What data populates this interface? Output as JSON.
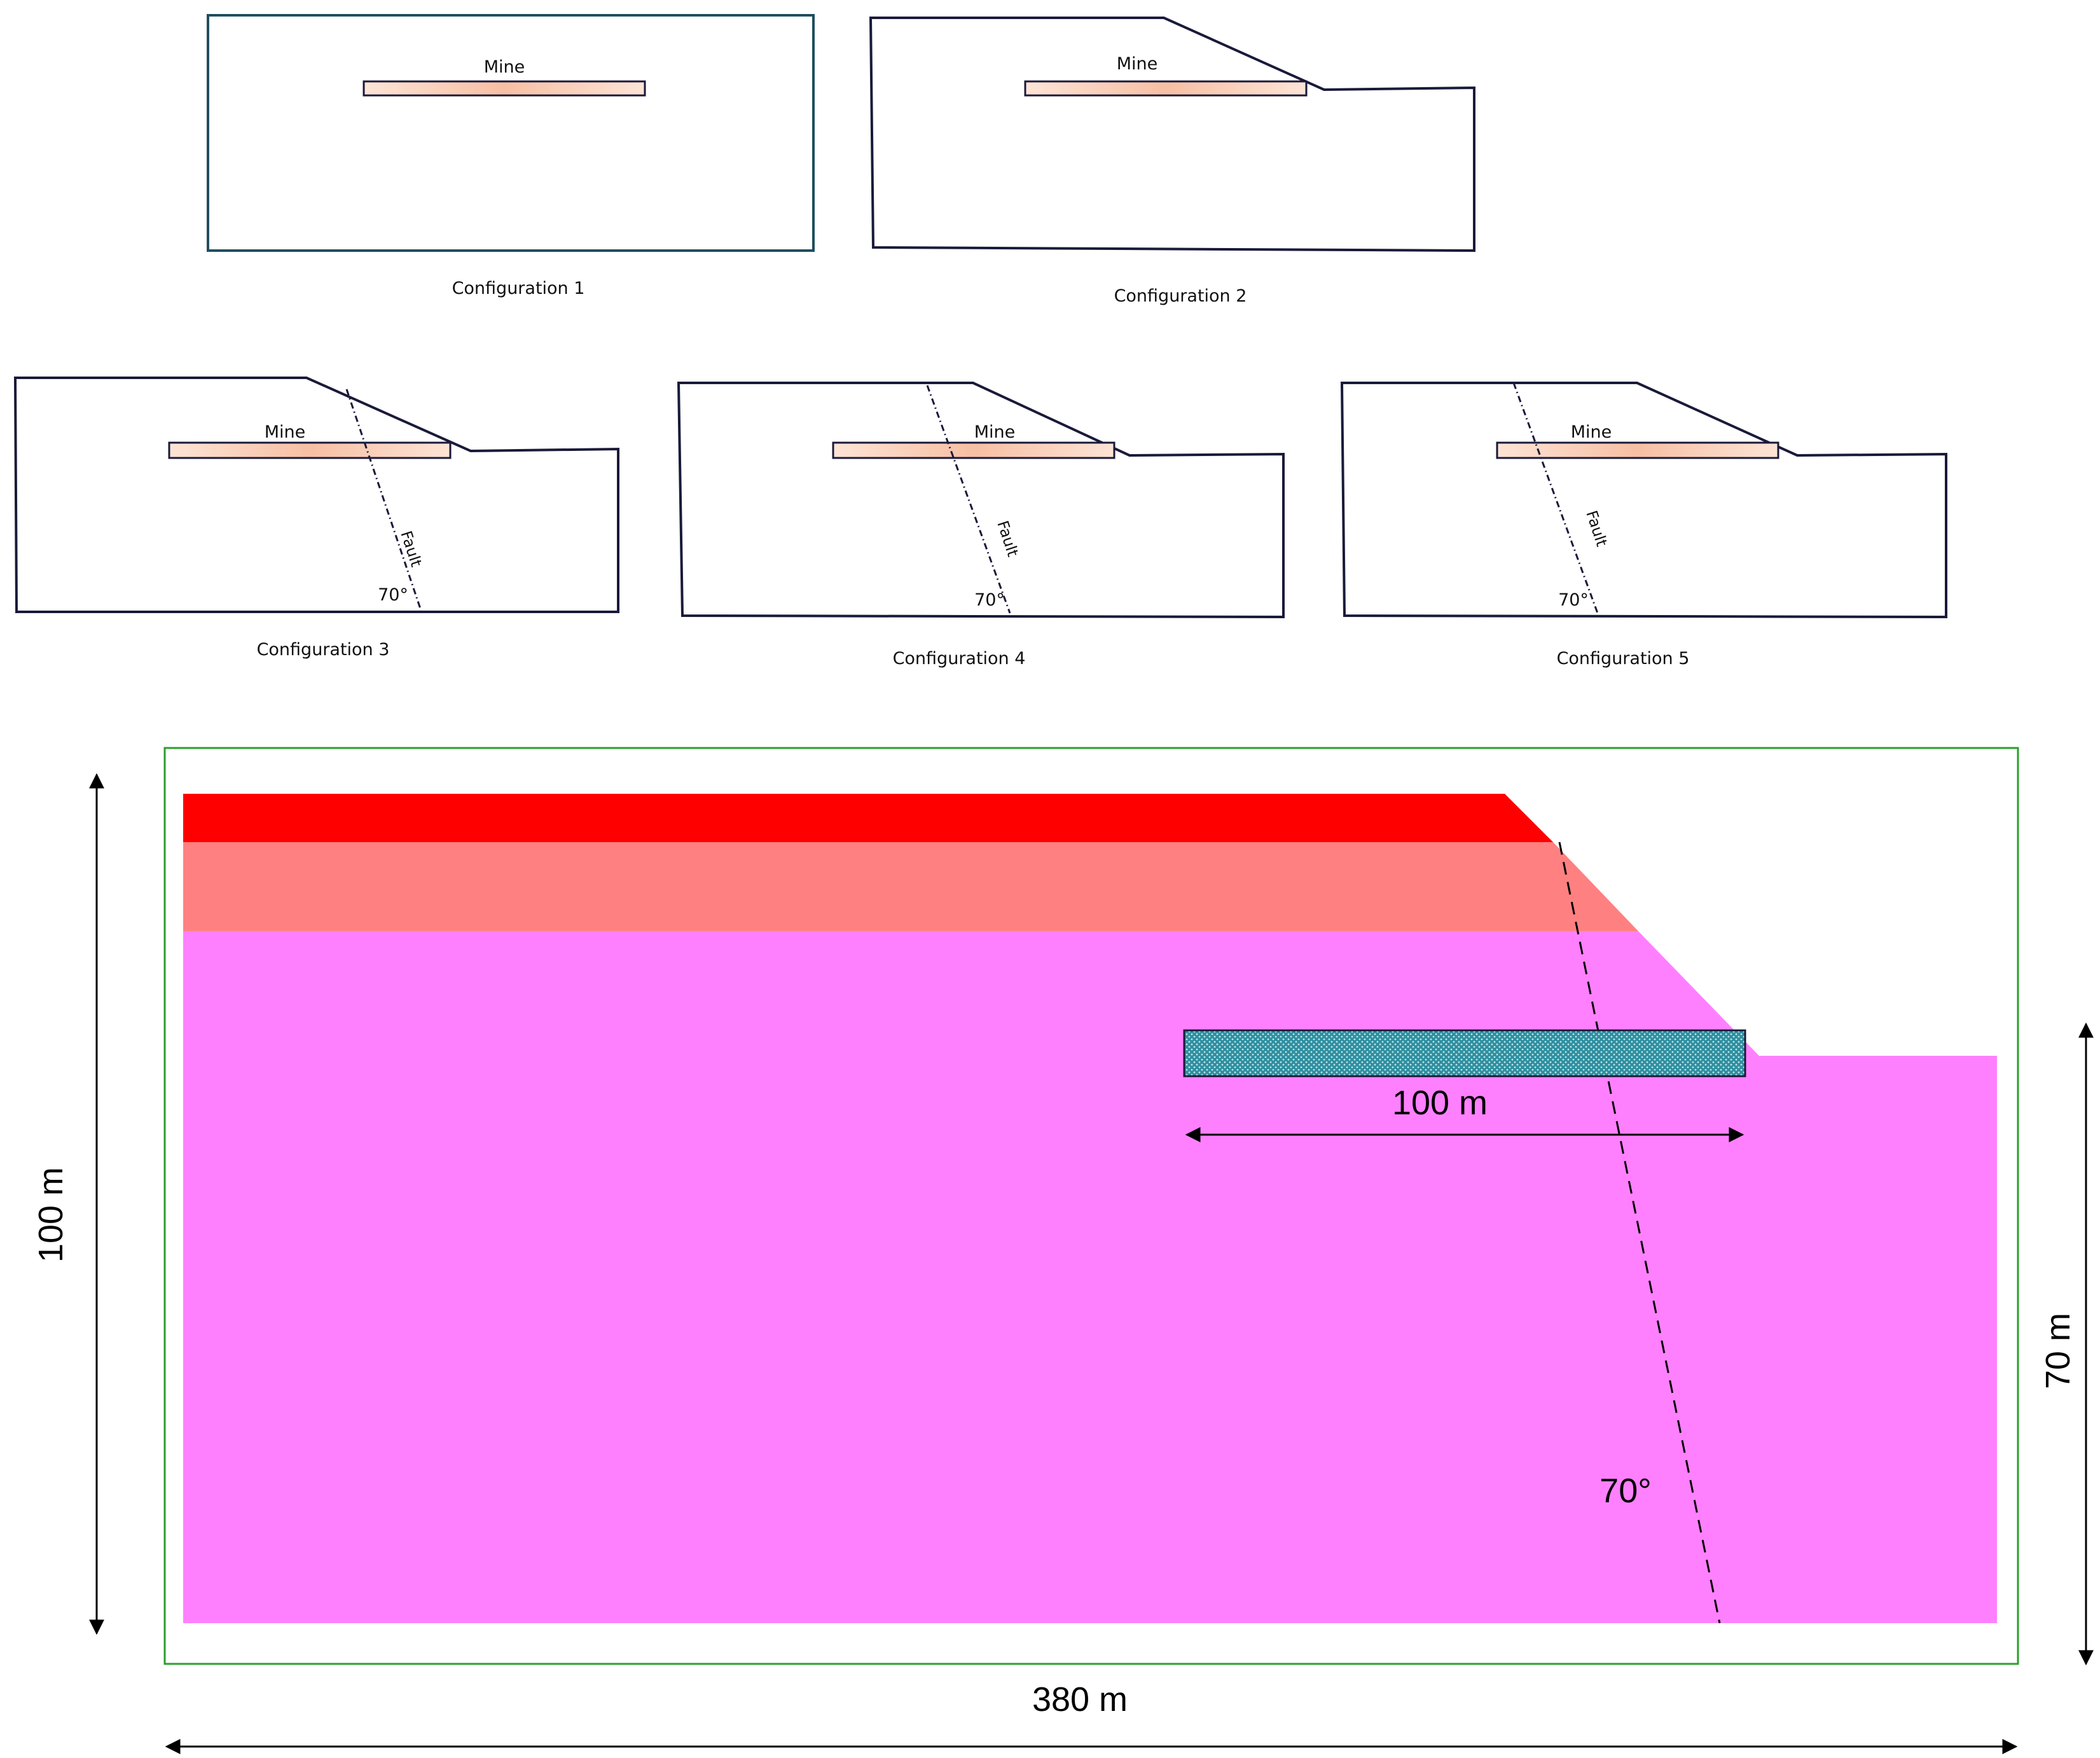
{
  "configurations": [
    {
      "id": "1",
      "mine_label": "Mine",
      "caption": "Configuration 1",
      "has_fault": false
    },
    {
      "id": "2",
      "mine_label": "Mine",
      "caption": "Configuration 2",
      "has_fault": false
    },
    {
      "id": "3",
      "mine_label": "Mine",
      "caption": "Configuration 3",
      "has_fault": true,
      "fault_label": "Fault",
      "angle_label": "70°"
    },
    {
      "id": "4",
      "mine_label": "Mine",
      "caption": "Configuration 4",
      "has_fault": true,
      "fault_label": "Fault",
      "angle_label": "70°"
    },
    {
      "id": "5",
      "mine_label": "Mine",
      "caption": "Configuration 5",
      "has_fault": true,
      "fault_label": "Fault",
      "angle_label": "70°"
    }
  ],
  "detail": {
    "mine_length_label": "100 m",
    "fault_angle_label": "70°",
    "left_height_label": "100 m",
    "right_height_label": "70 m",
    "width_label": "380 m"
  },
  "colors": {
    "layer_top": "#ff0000",
    "layer_middle": "#ff8080",
    "layer_bottom": "#ff80ff",
    "mine_fill_small": "#f9c9b3",
    "mine_fill_detail": "#2f8f9f",
    "outline_small_config1": "#1f4f5f",
    "outline_small": "#1a1a3a",
    "detail_frame": "#2aa02a"
  }
}
